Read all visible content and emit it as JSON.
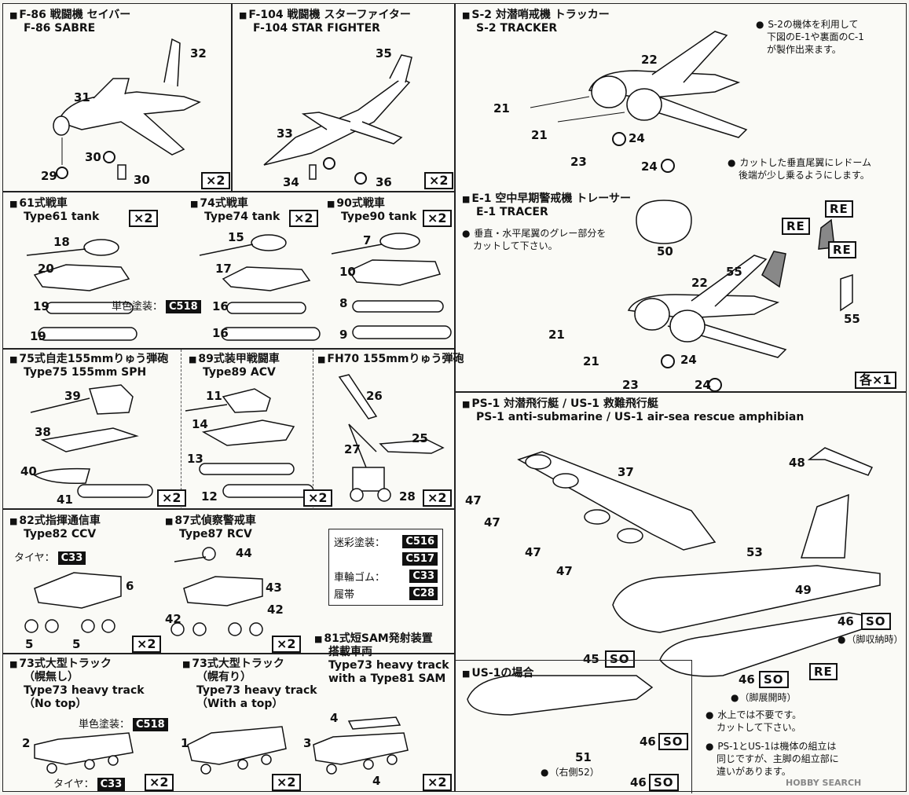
{
  "f86": {
    "title_jp": "F-86 戦闘機 セイバー",
    "title_en": "F-86 SABRE",
    "mult": "×2",
    "parts": [
      "32",
      "31",
      "30",
      "29",
      "30"
    ]
  },
  "f104": {
    "title_jp": "F-104 戦闘機 スターファイター",
    "title_en": "F-104 STAR FIGHTER",
    "mult": "×2",
    "parts": [
      "35",
      "33",
      "34",
      "36"
    ]
  },
  "s2": {
    "title_jp": "S-2 対潜哨戒機 トラッカー",
    "title_en": "S-2 TRACKER",
    "note": [
      "S-2の機体を利用して",
      "下図のE-1や裏面のC-1",
      "が製作出来ます。"
    ],
    "parts": [
      "22",
      "21",
      "21",
      "24",
      "23",
      "24"
    ]
  },
  "e1": {
    "title_jp": "E-1 空中早期警戒機 トレーサー",
    "title_en": "E-1 TRACER",
    "note1": [
      "カットした垂直尾翼にレドーム",
      "後端が少し乗るようにします。"
    ],
    "note2": [
      "垂直・水平尾翼のグレー部分を",
      "カットして下さい。"
    ],
    "re": "RE",
    "mult": "各×1",
    "parts": [
      "50",
      "55",
      "22",
      "21",
      "21",
      "24",
      "23",
      "24",
      "55"
    ]
  },
  "type61": {
    "title_jp": "61式戦車",
    "title_en": "Type61 tank",
    "mult": "×2",
    "paint_label": "単色塗装：",
    "paint_code": "C518",
    "parts": [
      "18",
      "20",
      "19",
      "19"
    ]
  },
  "type74": {
    "title_jp": "74式戦車",
    "title_en": "Type74 tank",
    "mult": "×2",
    "parts": [
      "15",
      "17",
      "16",
      "16"
    ]
  },
  "type90": {
    "title_jp": "90式戦車",
    "title_en": "Type90 tank",
    "mult": "×2",
    "parts": [
      "7",
      "10",
      "8",
      "9"
    ]
  },
  "type75": {
    "title_jp": "75式自走155mmりゅう弾砲",
    "title_en": "Type75 155mm SPH",
    "parts": [
      "39",
      "38",
      "40",
      "41"
    ]
  },
  "type89": {
    "title_jp": "89式装甲戦闘車",
    "title_en": "Type89 ACV",
    "mult": "×2",
    "parts": [
      "11",
      "14",
      "13",
      "12"
    ]
  },
  "fh70": {
    "title_jp": "FH70 155mmりゅう弾砲",
    "mult1": "×2",
    "mult2": "×2",
    "parts": [
      "26",
      "25",
      "27",
      "28"
    ]
  },
  "type82": {
    "title_jp": "82式指揮通信車",
    "title_en": "Type82 CCV",
    "tire_label": "タイヤ：",
    "tire_code": "C33",
    "parts": [
      "6",
      "5",
      "5"
    ]
  },
  "type87": {
    "title_jp": "87式偵察警戒車",
    "title_en": "Type87 RCV",
    "mult1": "×2",
    "mult2": "×2",
    "parts": [
      "44",
      "43",
      "42",
      "42"
    ]
  },
  "paint": {
    "rows": [
      {
        "label": "迷彩塗装：",
        "code": "C516"
      },
      {
        "label": "",
        "code": "C517"
      },
      {
        "label": "車輪ゴム：",
        "code": "C33"
      },
      {
        "label": "履帯",
        "code": "C28"
      }
    ]
  },
  "sam": {
    "title_jp": "81式短SAM発射装置",
    "title_jp2": "搭載車両",
    "title_en": "Type73 heavy track",
    "title_en2": "with a Type81 SAM",
    "mult": "×2",
    "parts": [
      "4",
      "3",
      "4"
    ]
  },
  "t73a": {
    "title_jp": "73式大型トラック",
    "title_jp2": "（幌無し）",
    "title_en": "Type73 heavy track",
    "title_en2": "（No top）",
    "paint_label": "単色塗装：",
    "paint_code": "C518",
    "tire_label": "タイヤ：",
    "tire_code": "C33",
    "mult": "×2",
    "parts": [
      "2"
    ]
  },
  "t73b": {
    "title_jp": "73式大型トラック",
    "title_jp2": "（幌有り）",
    "title_en": "Type73 heavy track",
    "title_en2": "（With a  top）",
    "mult": "×2",
    "parts": [
      "1"
    ]
  },
  "ps1": {
    "title": "PS-1 対潜飛行艇 / US-1 救難飛行艇",
    "title_en": "PS-1 anti-submarine / US-1 air-sea rescue amphibian",
    "so": "SO",
    "re": "RE",
    "label_up": "（脚収納時）",
    "label_down": "（脚展開時）",
    "note": [
      "水上では不要です。",
      "カットして下さい。",
      "PS-1とUS-1は機体の組立は",
      "同じですが、主脚の組立部に",
      "違いがあります。"
    ],
    "parts": [
      "48",
      "37",
      "47",
      "47",
      "47",
      "47",
      "53",
      "49",
      "46",
      "45",
      "46"
    ]
  },
  "us1": {
    "title": "US-1の場合",
    "side_label": "（右側52）",
    "so": "SO",
    "parts": [
      "51",
      "46",
      "46"
    ]
  },
  "watermark": "HOBBY SEARCH"
}
